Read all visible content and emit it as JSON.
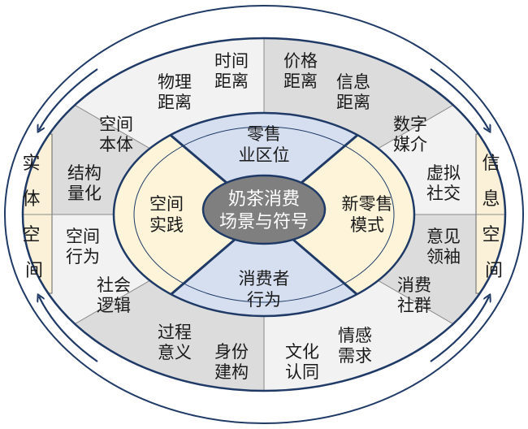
{
  "center": [
    "奶茶消费",
    "场景与符号"
  ],
  "middle": {
    "top": [
      "零售",
      "业区位"
    ],
    "right": [
      "新零售",
      "模式"
    ],
    "bottom": [
      "消费者",
      "行为"
    ],
    "left": [
      "空间",
      "实践"
    ]
  },
  "outer": {
    "top_left_a": [
      "物理",
      "距离"
    ],
    "top_left_b": [
      "时间",
      "距离"
    ],
    "top_right_a": [
      "价格",
      "距离"
    ],
    "top_right_b": [
      "信息",
      "距离"
    ],
    "right_upper_a": [
      "数字",
      "媒介"
    ],
    "right_upper_b": [
      "虚拟",
      "社交"
    ],
    "right_lower_a": [
      "意见",
      "领袖"
    ],
    "right_lower_b": [
      "消费",
      "社群"
    ],
    "bottom_right_a": [
      "情感",
      "需求"
    ],
    "bottom_right_b": [
      "文化",
      "认同"
    ],
    "bottom_left_a": [
      "身份",
      "建构"
    ],
    "bottom_left_b": [
      "过程",
      "意义"
    ],
    "left_lower_a": [
      "社会",
      "逻辑"
    ],
    "left_lower_b": [
      "空间",
      "行为"
    ],
    "left_upper_a": [
      "结构",
      "量化"
    ],
    "left_upper_b": [
      "空间",
      "本体"
    ]
  },
  "sides": {
    "left": [
      "实",
      "体",
      "空",
      "间"
    ],
    "right": [
      "信",
      "息",
      "空",
      "间"
    ]
  },
  "colors": {
    "outer_ring_light": "#f0f0f0",
    "outer_ring_gray": "#d9d9d9",
    "side_box": "#fbf1d8",
    "middle_blue": "#d6dff0",
    "middle_cream": "#fdf4d9",
    "center": "#7f7f7f",
    "line": "#1f3a66",
    "arrow": "#1f3a66"
  }
}
